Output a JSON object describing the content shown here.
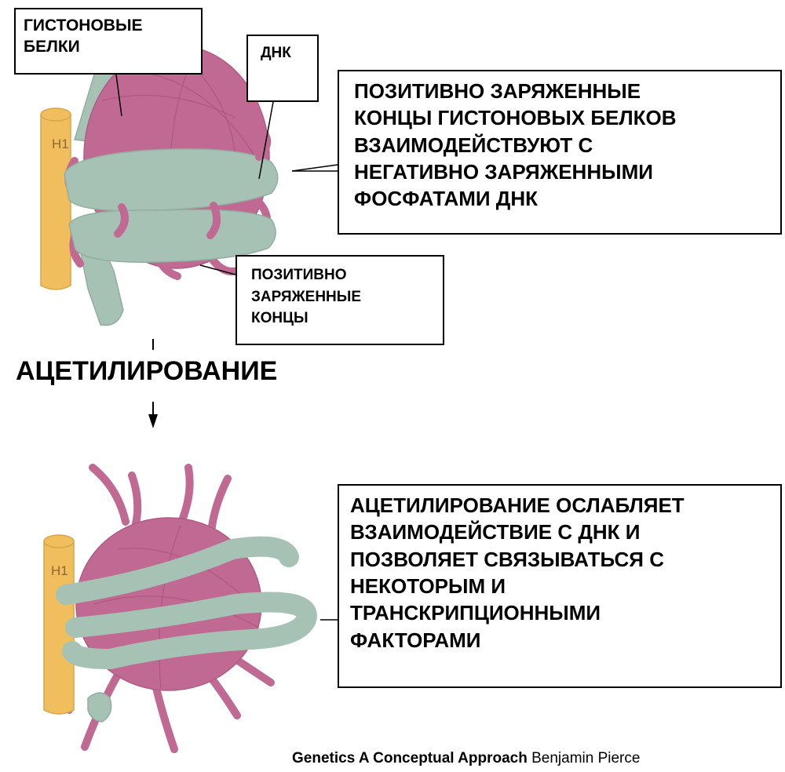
{
  "colors": {
    "histone": "#c06a93",
    "histone_edge": "#b05a84",
    "dna": "#a6c2b5",
    "dna_edge": "#93ae9f",
    "h1": "#f0be5c",
    "h1_edge": "#d9a548"
  },
  "top": {
    "histone_label": [
      "ГИСТОНОВЫЕ",
      "БЕЛКИ"
    ],
    "dna_label": "ДНК",
    "h1_label": "H1",
    "interaction_note": [
      "ПОЗИТИВНО ЗАРЯЖЕННЫЕ",
      "КОНЦЫ ГИСТОНОВЫХ БЕЛКОВ",
      "ВЗАИМОДЕЙСТВУЮТ С",
      "НЕГАТИВНО ЗАРЯЖЕННЫМИ",
      "ФОСФАТАМИ ДНК"
    ],
    "tails_label": [
      "ПОЗИТИВНО",
      "ЗАРЯЖЕННЫЕ",
      "КОНЦЫ"
    ]
  },
  "process": {
    "label": "АЦЕТИЛИРОВАНИЕ"
  },
  "bottom": {
    "h1_label": "H1",
    "effect_note": [
      "АЦЕТИЛИРОВАНИЕ ОСЛАБЛЯЕТ",
      "ВЗАИМОДЕЙСТВИЕ С ДНК И",
      "ПОЗВОЛЯЕТ СВЯЗЫВАТЬСЯ С",
      "НЕКОТОРЫМ И",
      "ТРАНСКРИПЦИОННЫМИ",
      "ФАКТОРАМИ"
    ]
  },
  "credit": {
    "title": "Genetics A Conceptual Approach",
    "author": "Benjamin Pierce"
  }
}
